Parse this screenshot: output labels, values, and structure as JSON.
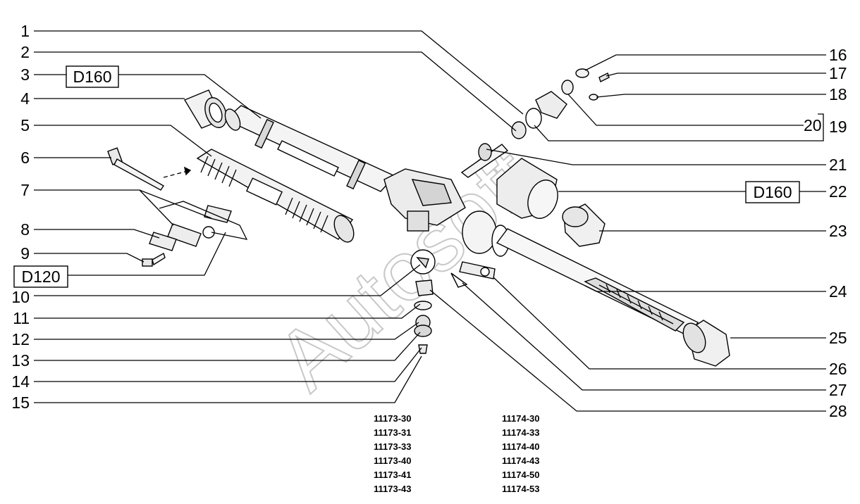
{
  "diagram": {
    "callouts_left": [
      "1",
      "2",
      "3",
      "4",
      "5",
      "6",
      "7",
      "8",
      "9",
      "10",
      "11",
      "12",
      "13",
      "14",
      "15"
    ],
    "callouts_right": [
      "16",
      "17",
      "18",
      "19",
      "20",
      "21",
      "22",
      "23",
      "24",
      "25",
      "26",
      "27",
      "28"
    ],
    "boxed_labels": {
      "left_top": "D160",
      "left_bottom": "D120",
      "right": "D160"
    },
    "watermark": "Autosoft"
  },
  "part_numbers": {
    "column_1": [
      "11173-30",
      "11173-31",
      "11173-33",
      "11173-40",
      "11173-41",
      "11173-43"
    ],
    "column_2": [
      "11174-30",
      "11174-33",
      "11174-40",
      "11174-43",
      "11174-50",
      "11174-53"
    ]
  }
}
